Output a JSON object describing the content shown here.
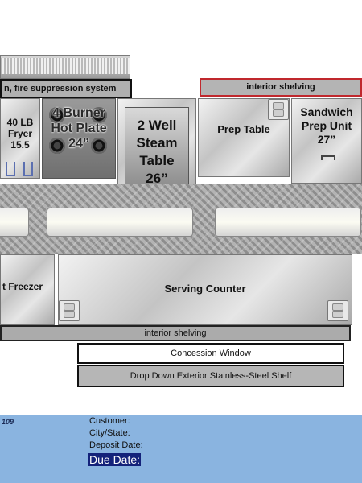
{
  "hood": {
    "label": "n, fire suppression system"
  },
  "top_shelf": {
    "label": "interior shelving"
  },
  "equipment": {
    "fryer": {
      "line1": "40 LB",
      "line2": "Fryer",
      "line3": "15.5"
    },
    "hot_plate": {
      "line1": "4 Burner",
      "line2": "Hot Plate",
      "line3": "24”"
    },
    "steam_table": {
      "line1": "2 Well",
      "line2": "Steam Table",
      "line3": "26”"
    },
    "prep_table": {
      "label": "Prep Table"
    },
    "sandwich_unit": {
      "line1": "Sandwich",
      "line2": "Prep Unit",
      "line3": "27”"
    }
  },
  "freezer": {
    "label": "t Freezer"
  },
  "serving_counter": {
    "label": "Serving Counter"
  },
  "bottom_shelf": {
    "label": "interior shelving"
  },
  "concession_window": {
    "label": "Concession Window"
  },
  "drop_shelf": {
    "label": "Drop Down Exterior Stainless-Steel Shelf"
  },
  "footer": {
    "number": "109",
    "customer_label": "Customer:",
    "city_label": "City/State:",
    "deposit_label": "Deposit Date:",
    "due_label": "Due Date:",
    "background_color": "#8ab4e0"
  },
  "colors": {
    "accent_border": "#c0282d",
    "due_highlight": "#14227a"
  }
}
